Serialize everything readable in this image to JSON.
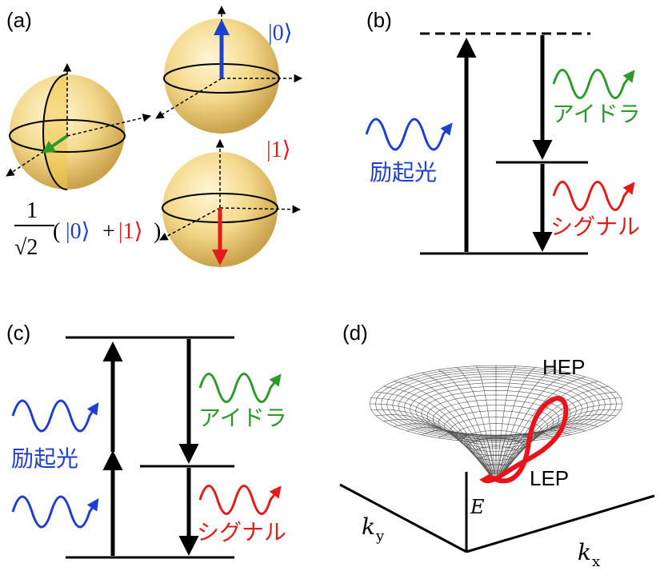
{
  "panels": {
    "a": {
      "label": "(a)",
      "ket0": "|0⟩",
      "ket1": "|1⟩",
      "superposition": {
        "coef_num": "1",
        "coef_den": "√2",
        "ket0": "|0⟩",
        "plus": "+",
        "ket1": "|1⟩"
      }
    },
    "b": {
      "label": "(b)",
      "pump": "励起光",
      "idler": "アイドラ",
      "signal": "シグナル"
    },
    "c": {
      "label": "(c)",
      "pump": "励起光",
      "idler": "アイドラ",
      "signal": "シグナル"
    },
    "d": {
      "label": "(d)",
      "hep": "HEP",
      "lep": "LEP",
      "axis_e": "E",
      "axis_ky": "k",
      "axis_ky_sub": "y",
      "axis_kx": "k",
      "axis_kx_sub": "x"
    }
  },
  "colors": {
    "blue": "#1f3fd1",
    "green": "#2e9a2e",
    "red": "#e31b1b",
    "sphere": "#f1d27a"
  }
}
